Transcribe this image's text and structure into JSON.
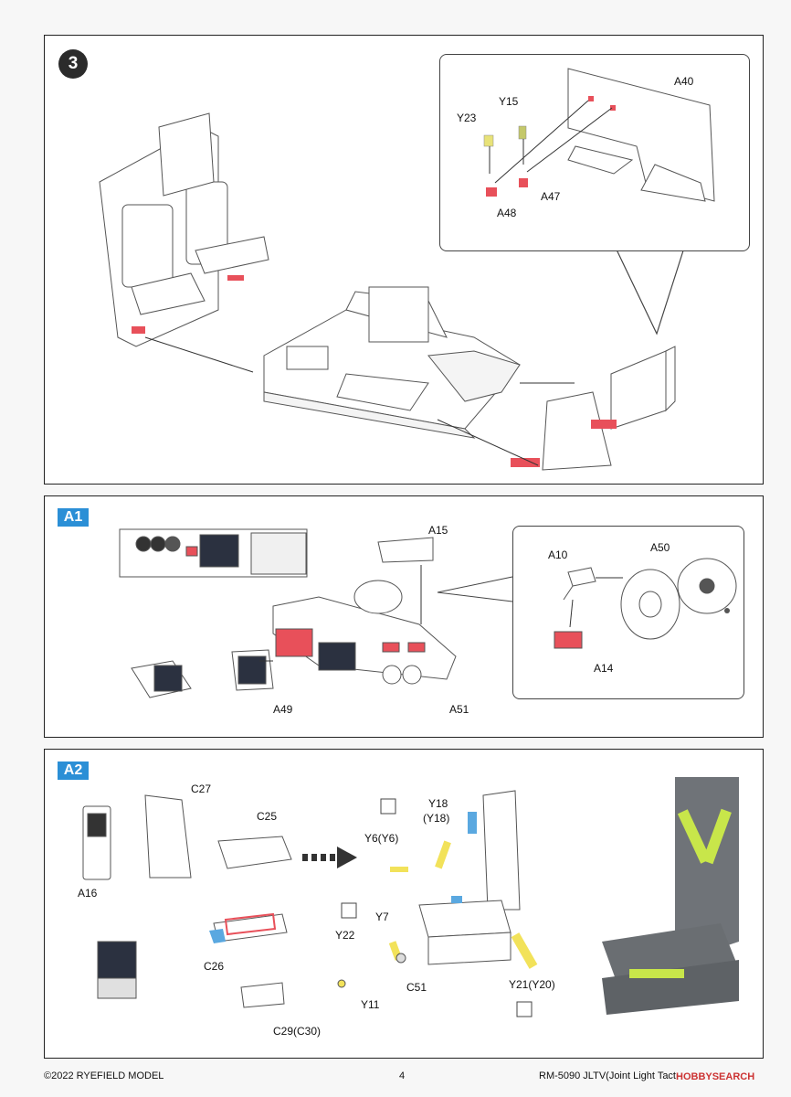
{
  "step3": {
    "number": "3",
    "labels": {
      "a40": "A40",
      "y15": "Y15",
      "y23": "Y23",
      "a47": "A47",
      "a48": "A48"
    }
  },
  "stepA1": {
    "tag": "A1",
    "labels": {
      "a15": "A15",
      "a10": "A10",
      "a50": "A50",
      "a14": "A14",
      "a49": "A49",
      "a51": "A51"
    }
  },
  "stepA2": {
    "tag": "A2",
    "labels": {
      "c27": "C27",
      "c25": "C25",
      "a16": "A16",
      "c26": "C26",
      "c29": "C29(C30)",
      "y18": "Y18",
      "y18b": "(Y18)",
      "y6": "Y6(Y6)",
      "y7": "Y7",
      "y22": "Y22",
      "c51": "C51",
      "y11": "Y11",
      "y21": "Y21(Y20)"
    }
  },
  "footer": {
    "copyright": "©2022 RYEFIELD MODEL",
    "page": "4",
    "product": "RM-5090 JLTV(Joint Light Tactical Vehicle)",
    "watermark": "HOBBYSEARCH"
  },
  "colors": {
    "part_red": "#e8505a",
    "part_yellow": "#f2e25a",
    "part_blue": "#5aa8e0",
    "photo_green": "#c8e64a",
    "tag_blue": "#2b8fd6"
  }
}
